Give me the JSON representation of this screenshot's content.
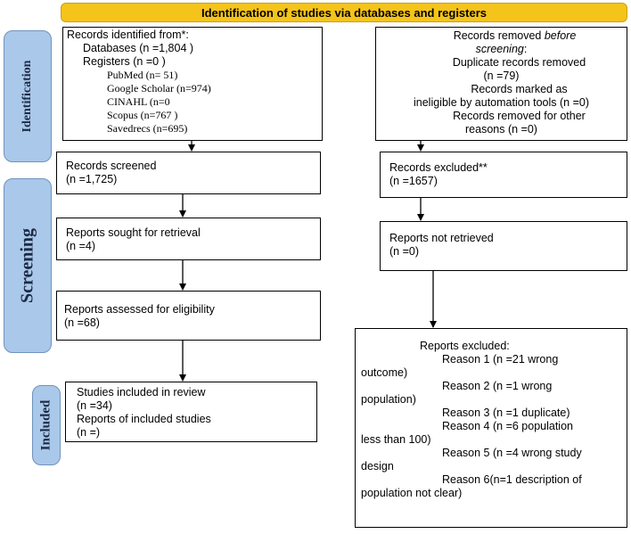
{
  "banner": {
    "title": "Identification of studies via databases and registers"
  },
  "phases": {
    "identification": "Identification",
    "screening": "Screening",
    "included": "Included"
  },
  "identified": {
    "heading": "Records identified from*:",
    "databases": "Databases (n =1,804 )",
    "registers": "Registers (n =0 )",
    "pubmed": "PubMed (n= 51)",
    "scholar": "Google Scholar (n=974)",
    "cinahl": "CINAHL  (n=0",
    "scopus": "Scopus (n=767 )",
    "savedrecs": "Savedrecs (n=695)"
  },
  "removed": {
    "line1a": "Records removed ",
    "line1b": "before",
    "line2": "screening",
    "line2b": ":",
    "line3": "Duplicate records removed",
    "line4": "(n =79)",
    "line5": "Records marked as",
    "line6": "ineligible by automation tools (n =0)",
    "line7": "Records removed for other",
    "line8": "reasons (n =0)"
  },
  "screened": {
    "label": "Records screened",
    "count": "(n =1,725)"
  },
  "excluded": {
    "label": "Records excluded**",
    "count": "(n =1657)"
  },
  "sought": {
    "label": "Reports sought for retrieval",
    "count": "(n =4)"
  },
  "not_retrieved": {
    "label": "Reports not retrieved",
    "count": "(n =0)"
  },
  "assessed": {
    "label": "Reports assessed for eligibility",
    "count": "(n =68)"
  },
  "included": {
    "label1": "Studies included in review",
    "count1": "(n =34)",
    "label2": "Reports of included studies",
    "count2": "(n =)"
  },
  "reports_excluded": {
    "heading": "Reports excluded:",
    "r1a": "Reason 1 (n =21 wrong",
    "r1b": "outcome)",
    "r2a": "Reason 2 (n =1 wrong",
    "r2b": "population)",
    "r3": "Reason 3 (n =1 duplicate)",
    "r4a": "Reason 4 (n =6 population",
    "r4b": "less than 100)",
    "r5a": "Reason 5 (n =4 wrong study",
    "r5b": "design",
    "r6a": "Reason 6(n=1 description of",
    "r6b": "population not clear)"
  }
}
